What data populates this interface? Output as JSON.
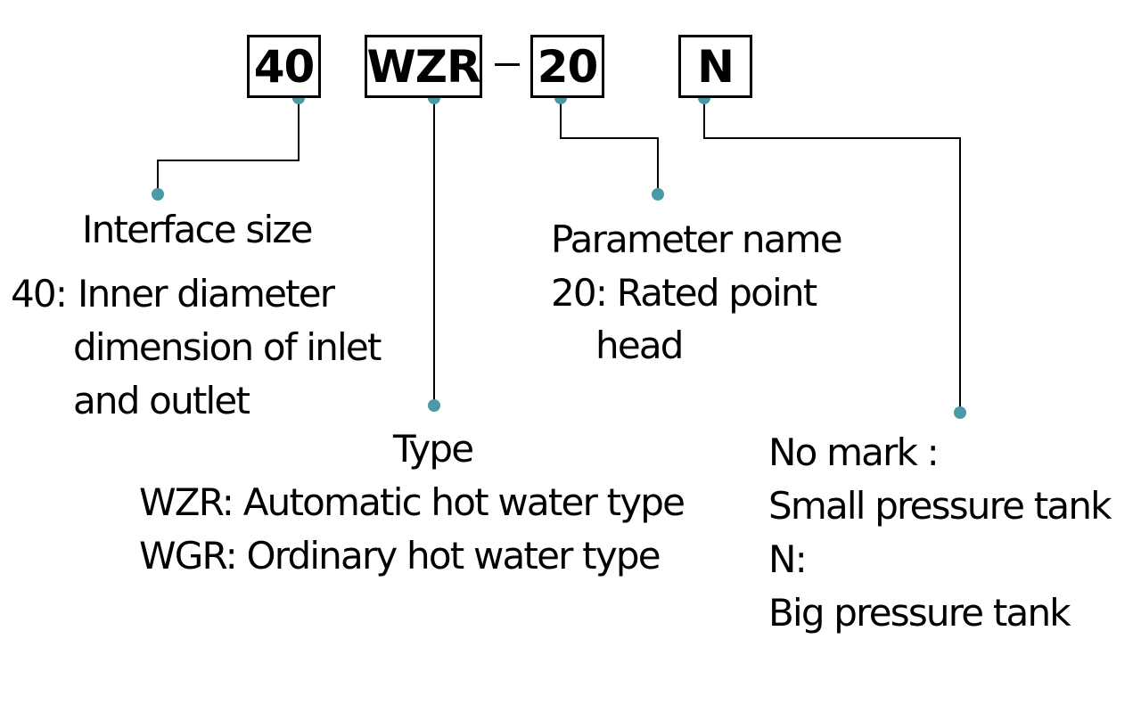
{
  "codes": {
    "size": "40",
    "type": "WZR",
    "separator": "–",
    "param": "20",
    "tank": "N"
  },
  "labels": {
    "interface": {
      "title": "Interface size",
      "prefix": "40:",
      "lines": [
        "Inner diameter",
        "dimension of inlet",
        "and outlet"
      ]
    },
    "type": {
      "title": "Type",
      "lines": [
        "WZR: Automatic hot water type",
        "WGR: Ordinary hot water type"
      ]
    },
    "parameter": {
      "title": "Parameter name",
      "line1": "20: Rated point",
      "line2": "head"
    },
    "tank": {
      "lines": [
        "No mark :",
        "Small pressure tank",
        "N:",
        "Big pressure tank"
      ]
    }
  },
  "colors": {
    "dot": "#4a9aa6",
    "line": "#000000"
  }
}
